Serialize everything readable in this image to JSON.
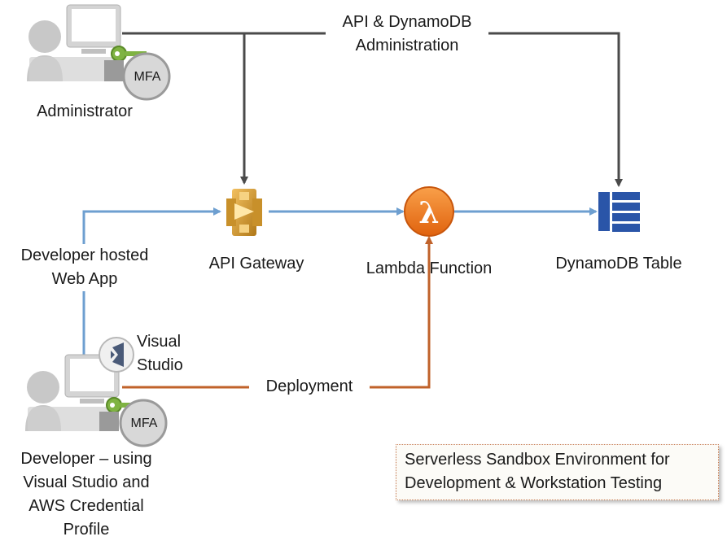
{
  "labels": {
    "admin_channel": [
      "API & DynamoDB",
      "Administration"
    ],
    "administrator": "Administrator",
    "api_gateway": "API Gateway",
    "lambda_function": "Lambda Function",
    "dynamodb_table": "DynamoDB Table",
    "web_app": [
      "Developer hosted",
      "Web App"
    ],
    "visual_studio": [
      "Visual",
      "Studio"
    ],
    "deployment": "Deployment",
    "developer": [
      "Developer – using",
      "Visual Studio and",
      "AWS Credential",
      "Profile"
    ],
    "mfa_admin": "MFA",
    "mfa_dev": "MFA",
    "lambda_symbol": "λ"
  },
  "note": [
    "Serverless Sandbox Environment for",
    "Development & Workstation Testing"
  ],
  "colors": {
    "admin_line": "#4a4a4a",
    "web_line": "#6e9fd0",
    "deploy_line": "#c0622a",
    "api_gateway": "#e0a030",
    "lambda": "#f07a1e",
    "dynamodb": "#2a55a8",
    "person": "#c8c8c8",
    "key": "#7fb342"
  },
  "icons": {
    "administrator": "user-workstation-icon",
    "developer": "user-workstation-icon",
    "mfa": "mfa-badge-icon",
    "key": "key-icon",
    "api_gateway": "api-gateway-icon",
    "lambda": "lambda-icon",
    "dynamodb": "dynamodb-table-icon",
    "visual_studio": "visual-studio-icon"
  }
}
